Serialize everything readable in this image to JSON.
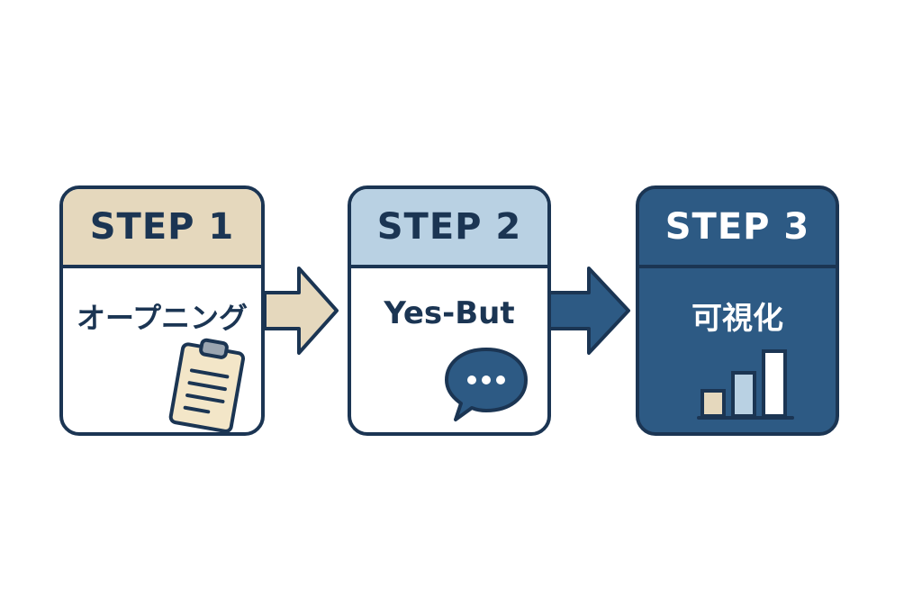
{
  "steps": [
    {
      "label": "STEP 1",
      "title": "オープニング",
      "icon": "clipboard-icon"
    },
    {
      "label": "STEP 2",
      "title": "Yes-But",
      "icon": "speech-bubble-icon"
    },
    {
      "label": "STEP 3",
      "title": "可視化",
      "icon": "bar-chart-icon"
    }
  ],
  "colors": {
    "outline": "#1b3553",
    "step1_header": "#e5d8bd",
    "step2_header": "#b9d1e3",
    "step3_fill": "#2d5a84",
    "arrow1": "#e5d8bd",
    "arrow2": "#2d5a84",
    "text_dark": "#1b3553",
    "text_light": "#ffffff"
  }
}
